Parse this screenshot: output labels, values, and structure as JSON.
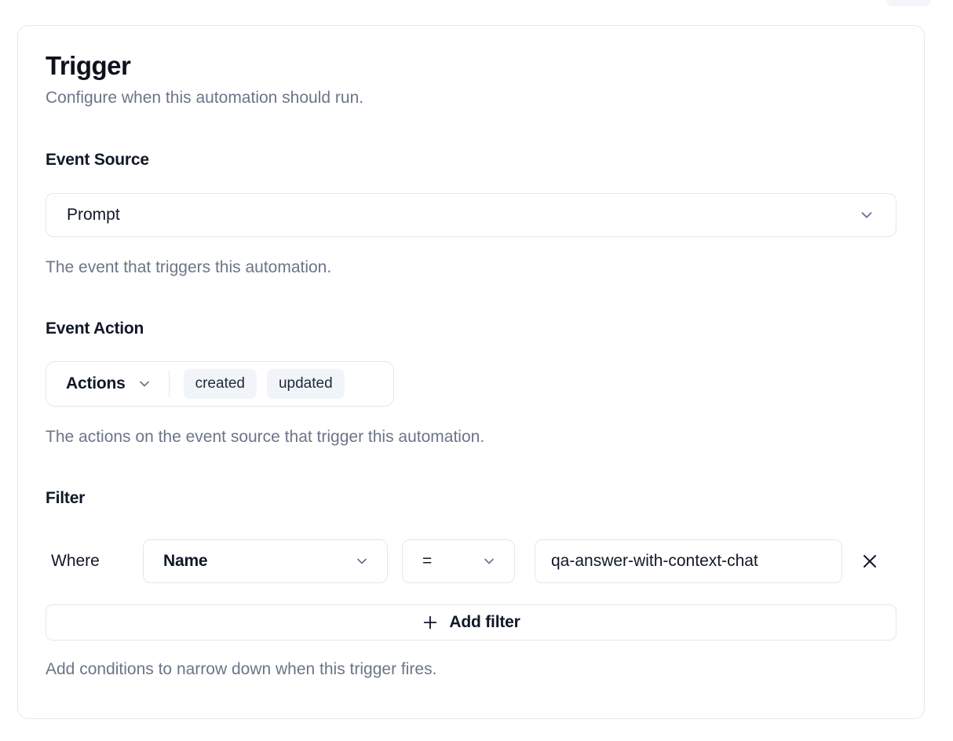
{
  "card": {
    "title": "Trigger",
    "subtitle": "Configure when this automation should run.",
    "event_source": {
      "label": "Event Source",
      "selected": "Prompt",
      "help": "The event that triggers this automation."
    },
    "event_action": {
      "label": "Event Action",
      "dropdown_label": "Actions",
      "selected_actions": [
        "created",
        "updated"
      ],
      "help": "The actions on the event source that trigger this automation."
    },
    "filter": {
      "label": "Filter",
      "where_label": "Where",
      "rows": [
        {
          "field": "Name",
          "operator": "=",
          "value": "qa-answer-with-context-chat"
        }
      ],
      "add_filter_label": "Add filter",
      "help": "Add conditions to narrow down when this trigger fires."
    }
  },
  "icons": {
    "chevron_down": "chevron-down",
    "plus": "plus",
    "close": "close"
  },
  "colors": {
    "border": "#e2e8f0",
    "text_dark": "#101828",
    "text_muted": "#6b7588",
    "chip_bg": "#f1f5f9",
    "chevron": "#64748b"
  }
}
